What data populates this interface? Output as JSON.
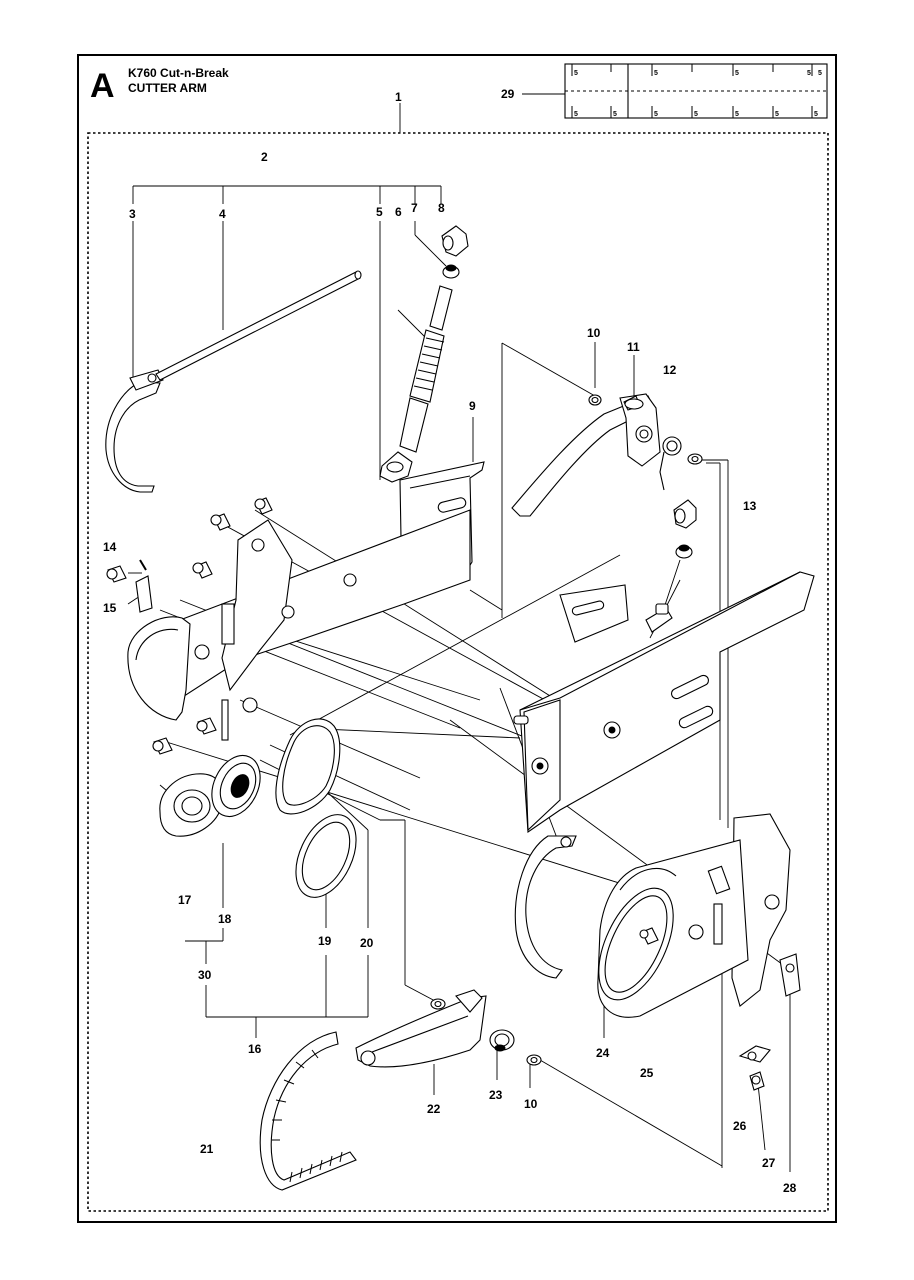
{
  "section_letter": "A",
  "title_line1": "K760 Cut-n-Break",
  "title_line2": "CUTTER ARM",
  "callouts": [
    "1",
    "2",
    "3",
    "4",
    "5",
    "6",
    "7",
    "8",
    "9",
    "10",
    "11",
    "12",
    "13",
    "14",
    "15",
    "16",
    "17",
    "18",
    "19",
    "20",
    "21",
    "22",
    "23",
    "10",
    "24",
    "25",
    "26",
    "27",
    "28",
    "29",
    "30"
  ],
  "ruler_numbers": [
    "5",
    "5",
    "5",
    "5",
    "5",
    "5",
    "5",
    "5",
    "5",
    "5",
    "5",
    "5"
  ]
}
